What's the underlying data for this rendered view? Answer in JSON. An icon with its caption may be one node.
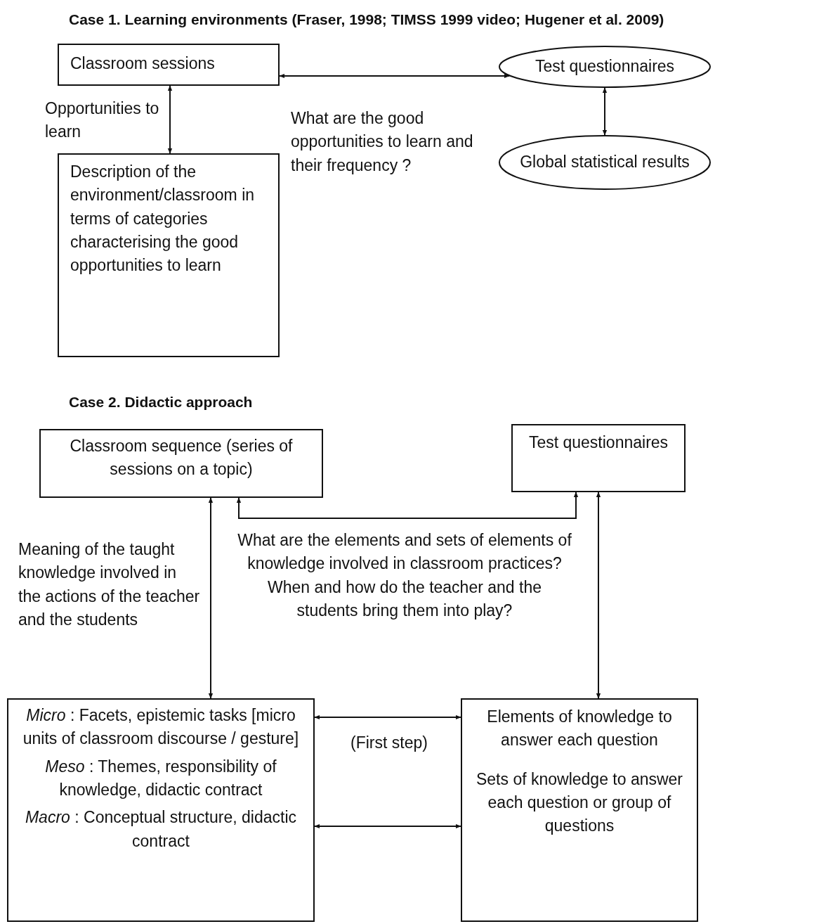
{
  "diagram": {
    "nodes": [
      {
        "text": [
          "Classroom sessions"
        ]
      },
      {
        "text": [
          "Description of the environment/classroom in terms of categories characterising the good opportunities to learn"
        ]
      },
      {
        "text": [
          "Test questionnaires"
        ]
      },
      {
        "text": [
          "Global statistical results"
        ]
      },
      {
        "text": [
          "Classroom sequence (series of sessions on a topic)"
        ]
      },
      {
        "text": [
          "Test questionnaires"
        ]
      },
      {
        "text": [
          "*Micro* : Facets, epistemic tasks [micro units of classroom discourse / gesture]",
          "*Meso* : Themes, responsibility of knowledge, didactic contract",
          "*Macro* : Conceptual structure, didactic contract"
        ]
      },
      {
        "text": [
          "Elements of knowledge to answer each question",
          "Sets of knowledge to answer each question or group of questions"
        ]
      }
    ],
    "edges": [
      {
        "from": 0,
        "to": 1,
        "arrow": "both",
        "label": "Opportunities to learn"
      },
      {
        "from": 0,
        "to": 2,
        "arrow": "both",
        "label": "What are the good opportunities to learn and their frequency ?"
      },
      {
        "from": 2,
        "to": 3,
        "arrow": "both"
      },
      {
        "from": 4,
        "to": 5,
        "arrow": "both",
        "label": "What are the elements and sets of elements of knowledge involved in classroom practices? When and how do the teacher and the students bring them into play?"
      },
      {
        "from": 4,
        "to": 6,
        "arrow": "both",
        "label": "Meaning of the taught knowledge involved in the actions of the teacher and the students"
      },
      {
        "from": 6,
        "to": 7,
        "arrow": "both",
        "label": "(First step)"
      },
      {
        "from": 6,
        "to": 7,
        "arrow": "both"
      },
      {
        "from": 7,
        "to": 5,
        "arrow": "both"
      }
    ],
    "labels": [
      "Case 1. Learning environments (Fraser, 1998; TIMSS 1999 video; Hugener et al. 2009)",
      "Case 2. Didactic approach"
    ]
  }
}
